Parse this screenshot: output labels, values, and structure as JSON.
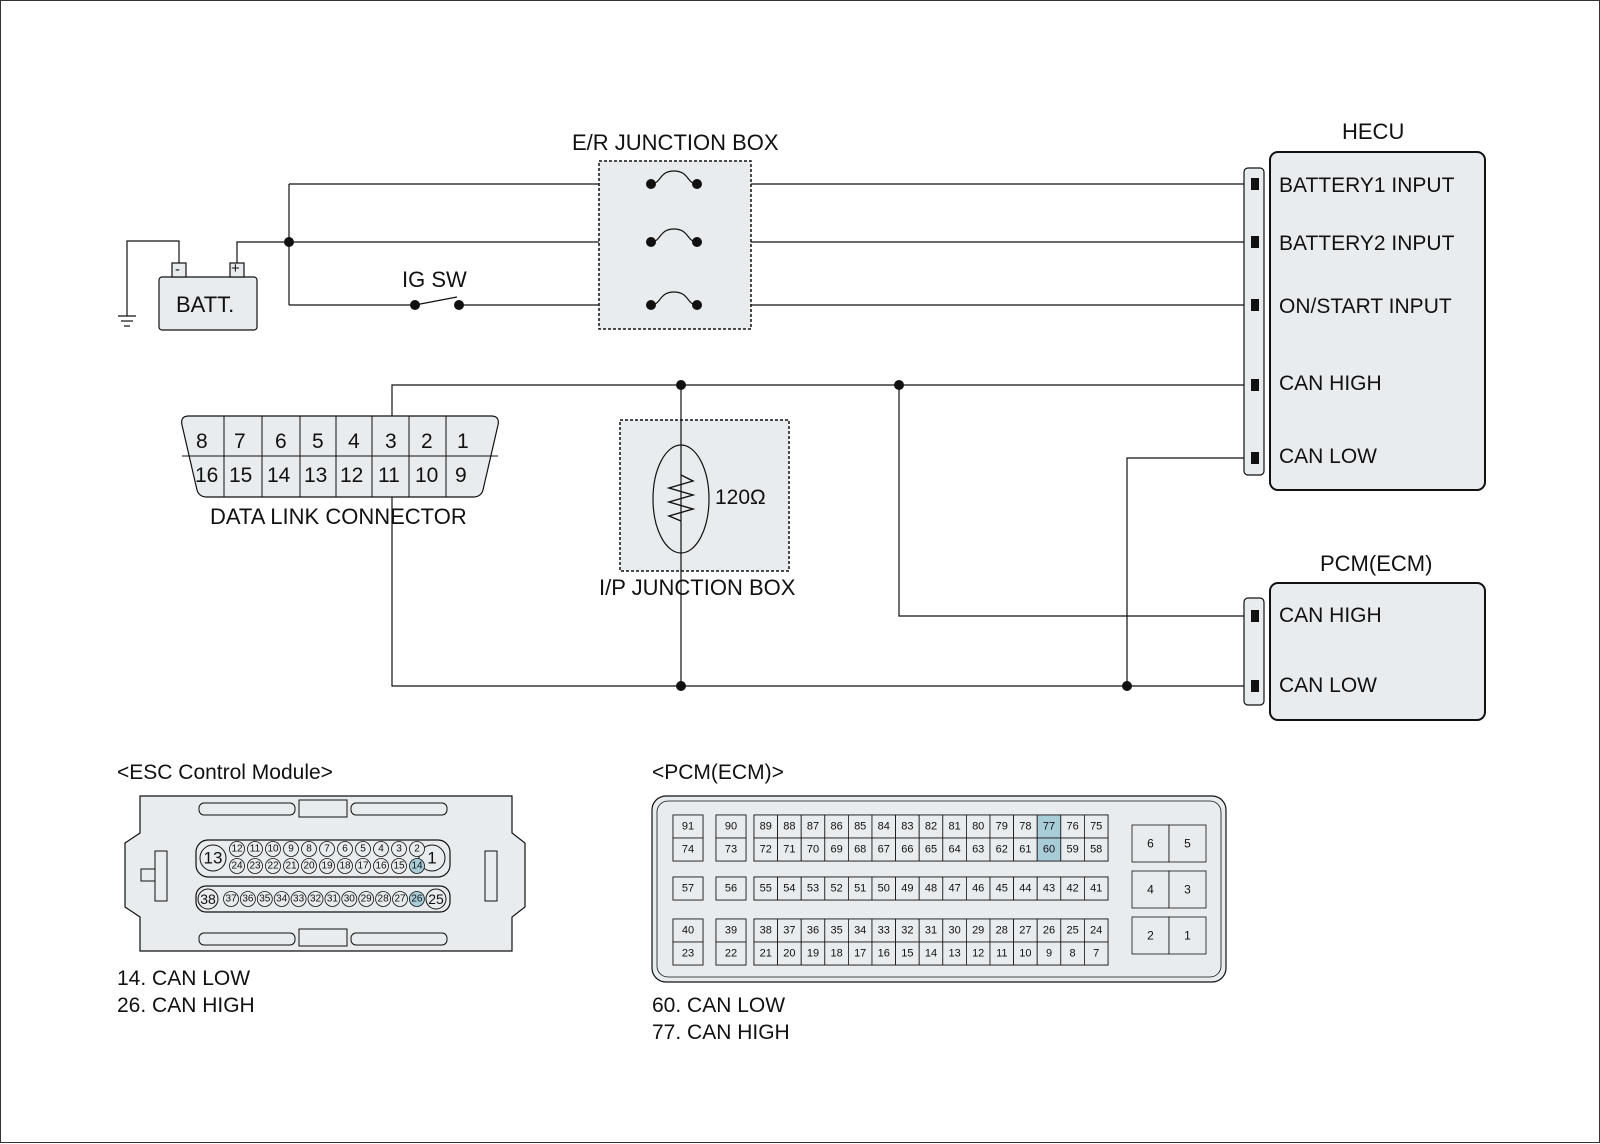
{
  "titles": {
    "er_junction_box": "E/R JUNCTION BOX",
    "ip_junction_box": "I/P JUNCTION BOX",
    "hecu": "HECU",
    "pcm_ecm": "PCM(ECM)",
    "data_link_connector": "DATA LINK CONNECTOR",
    "ig_sw": "IG SW",
    "batt": "BATT.",
    "batt_minus": "-",
    "batt_plus": "+",
    "resistor_value": "120Ω"
  },
  "hecu_pins": [
    "BATTERY1 INPUT",
    "BATTERY2 INPUT",
    "ON/START INPUT",
    "CAN HIGH",
    "CAN LOW"
  ],
  "pcm_pins": [
    "CAN HIGH",
    "CAN LOW"
  ],
  "dlc": {
    "top_row": [
      "8",
      "7",
      "6",
      "5",
      "4",
      "3",
      "2",
      "1"
    ],
    "bottom_row": [
      "16",
      "15",
      "14",
      "13",
      "12",
      "11",
      "10",
      "9"
    ]
  },
  "esc": {
    "title": "<ESC Control Module>",
    "big_pins": [
      "13",
      "1",
      "38",
      "25"
    ],
    "row1": [
      "12",
      "11",
      "10",
      "9",
      "8",
      "7",
      "6",
      "5",
      "4",
      "3",
      "2"
    ],
    "row2": [
      "24",
      "23",
      "22",
      "21",
      "20",
      "19",
      "18",
      "17",
      "16",
      "15",
      "14"
    ],
    "row3": [
      "37",
      "36",
      "35",
      "34",
      "33",
      "32",
      "31",
      "30",
      "29",
      "28",
      "27",
      "26"
    ],
    "highlighted": [
      "14",
      "26"
    ],
    "legend": [
      "14. CAN LOW",
      "26. CAN HIGH"
    ]
  },
  "pcm_connector": {
    "title": "<PCM(ECM)>",
    "left_cells": [
      [
        "91",
        "74"
      ],
      [
        "90",
        "73"
      ],
      [
        "57"
      ],
      [
        "56"
      ],
      [
        "40",
        "23"
      ],
      [
        "39",
        "22"
      ]
    ],
    "block1_top": [
      "89",
      "88",
      "87",
      "86",
      "85",
      "84",
      "83",
      "82",
      "81",
      "80",
      "79",
      "78",
      "77",
      "76",
      "75"
    ],
    "block1_bottom": [
      "72",
      "71",
      "70",
      "69",
      "68",
      "67",
      "66",
      "65",
      "64",
      "63",
      "62",
      "61",
      "60",
      "59",
      "58"
    ],
    "block2": [
      "55",
      "54",
      "53",
      "52",
      "51",
      "50",
      "49",
      "48",
      "47",
      "46",
      "45",
      "44",
      "43",
      "42",
      "41"
    ],
    "block3_top": [
      "38",
      "37",
      "36",
      "35",
      "34",
      "33",
      "32",
      "31",
      "30",
      "29",
      "28",
      "27",
      "26",
      "25",
      "24"
    ],
    "block3_bottom": [
      "21",
      "20",
      "19",
      "18",
      "17",
      "16",
      "15",
      "14",
      "13",
      "12",
      "11",
      "10",
      "9",
      "8",
      "7"
    ],
    "right_pairs": [
      [
        "6",
        "5"
      ],
      [
        "4",
        "3"
      ],
      [
        "2",
        "1"
      ]
    ],
    "highlighted": [
      "77",
      "60"
    ],
    "legend": [
      "60. CAN LOW",
      "77. CAN HIGH"
    ]
  },
  "colors": {
    "module_fill": "#e8ecee",
    "wire": "#111111",
    "highlight": "#a9cdd8"
  }
}
